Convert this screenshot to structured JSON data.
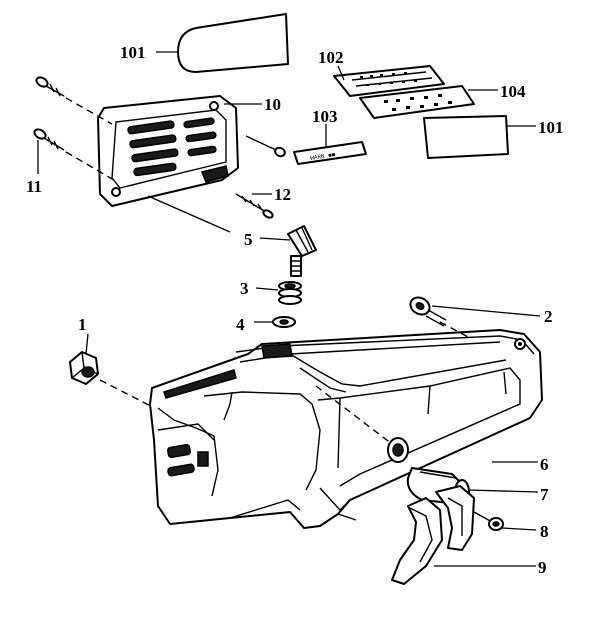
{
  "diagram": {
    "type": "exploded-parts-diagram",
    "callouts": [
      {
        "id": "label-101a",
        "text": "101"
      },
      {
        "id": "label-102",
        "text": "102"
      },
      {
        "id": "label-104",
        "text": "104"
      },
      {
        "id": "label-101b",
        "text": "101"
      },
      {
        "id": "label-10",
        "text": "10"
      },
      {
        "id": "label-103",
        "text": "103"
      },
      {
        "id": "label-11",
        "text": "11"
      },
      {
        "id": "label-12",
        "text": "12"
      },
      {
        "id": "label-5",
        "text": "5"
      },
      {
        "id": "label-3",
        "text": "3"
      },
      {
        "id": "label-4",
        "text": "4"
      },
      {
        "id": "label-2",
        "text": "2"
      },
      {
        "id": "label-1",
        "text": "1"
      },
      {
        "id": "label-6",
        "text": "6"
      },
      {
        "id": "label-7",
        "text": "7"
      },
      {
        "id": "label-8",
        "text": "8"
      },
      {
        "id": "label-9",
        "text": "9"
      }
    ],
    "colors": {
      "line": "#000000",
      "background": "#ffffff"
    }
  }
}
